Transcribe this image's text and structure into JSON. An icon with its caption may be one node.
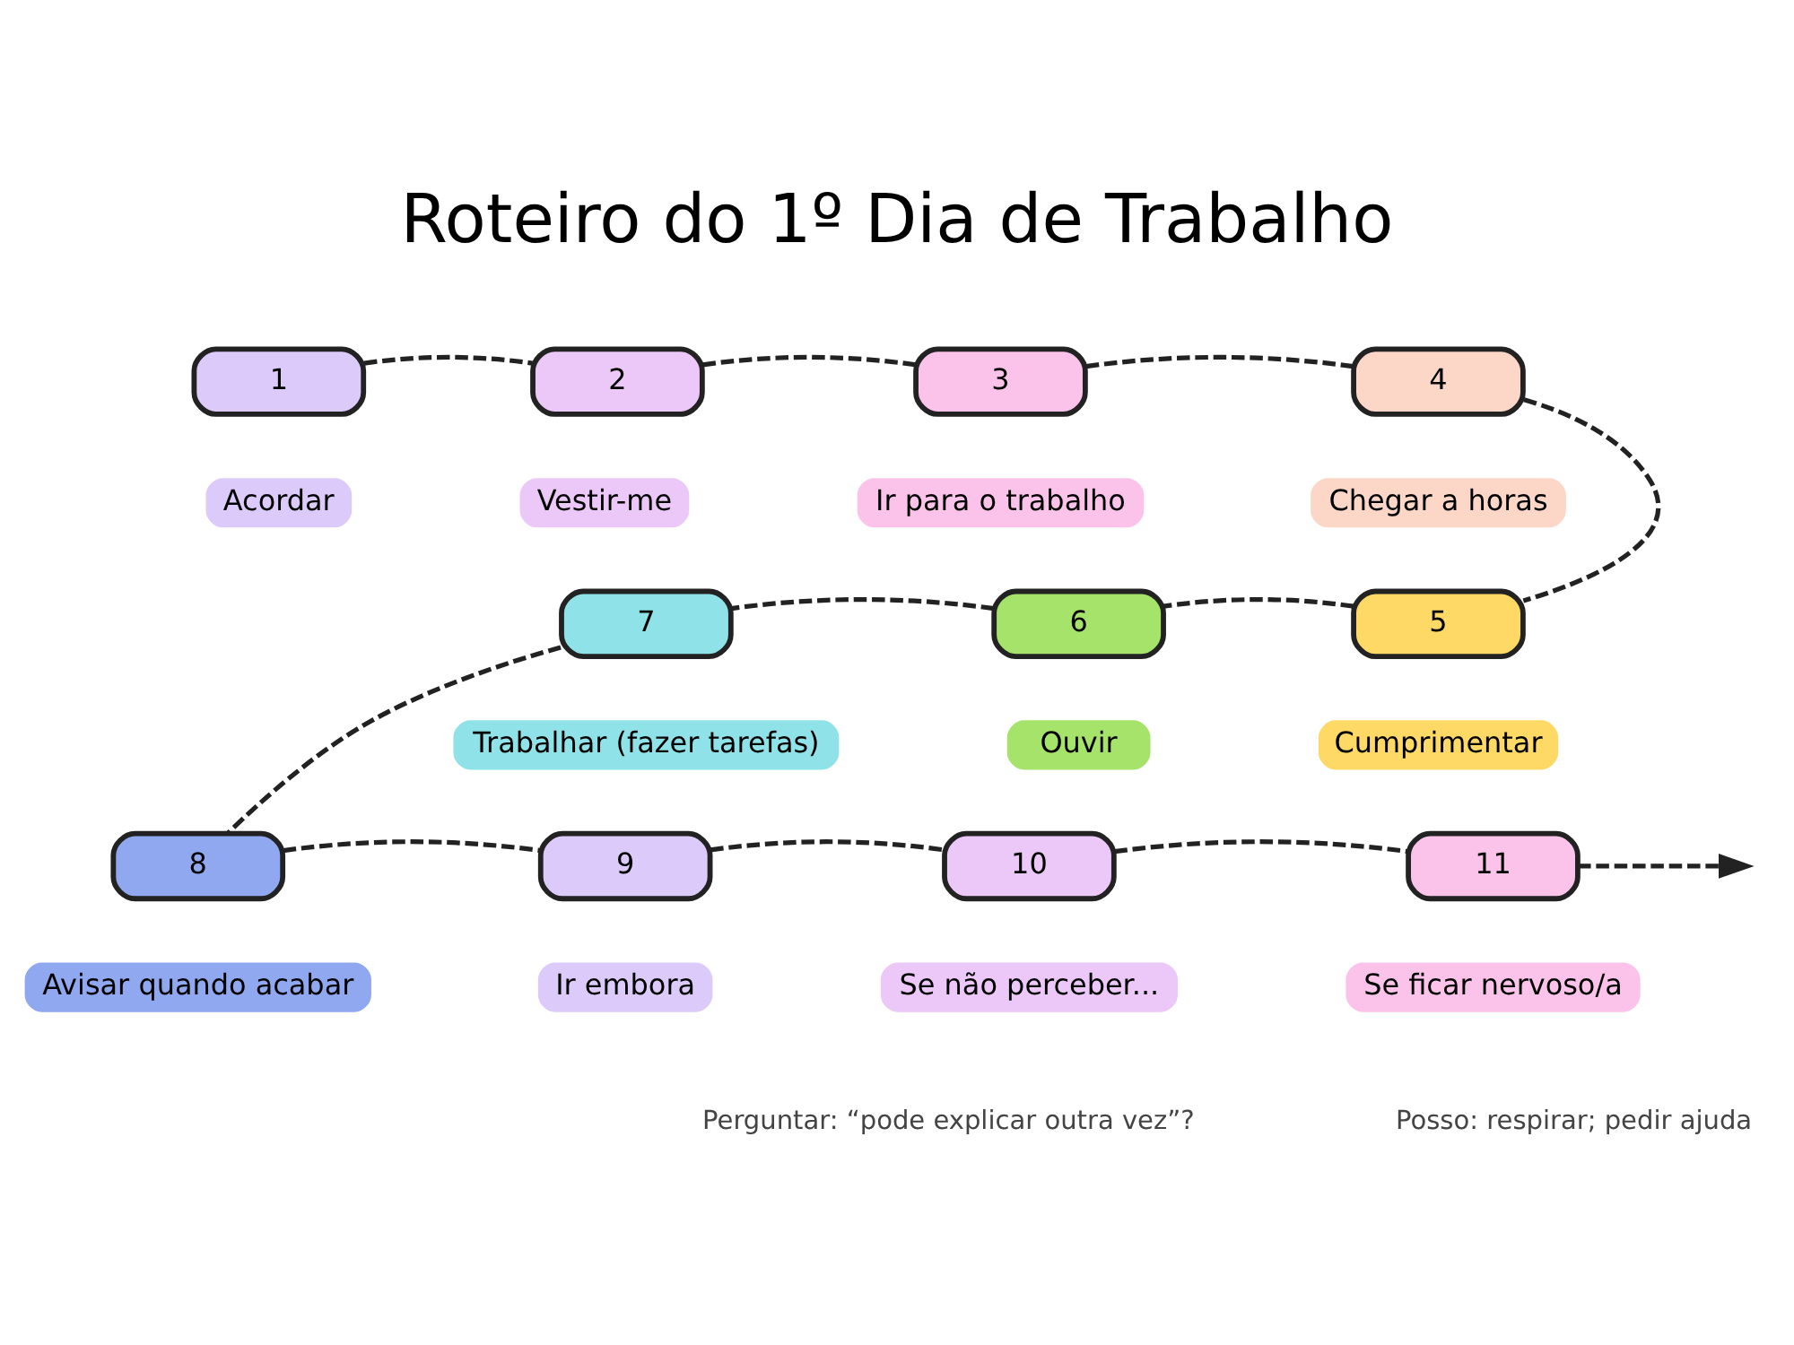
{
  "diagram": {
    "title": "Roteiro do 1º Dia de Trabalho",
    "nodes": [
      {
        "text": [
          "1"
        ]
      },
      {
        "text": [
          "2"
        ]
      },
      {
        "text": [
          "3"
        ]
      },
      {
        "text": [
          "4"
        ]
      },
      {
        "text": [
          "5"
        ]
      },
      {
        "text": [
          "6"
        ]
      },
      {
        "text": [
          "7"
        ]
      },
      {
        "text": [
          "8"
        ]
      },
      {
        "text": [
          "9"
        ]
      },
      {
        "text": [
          "10"
        ]
      },
      {
        "text": [
          "11"
        ]
      },
      {
        "text": [
          "Acordar"
        ]
      },
      {
        "text": [
          "Vestir-me"
        ]
      },
      {
        "text": [
          "Ir para o trabalho"
        ]
      },
      {
        "text": [
          "Chegar a horas"
        ]
      },
      {
        "text": [
          "Cumprimentar"
        ]
      },
      {
        "text": [
          "Ouvir"
        ]
      },
      {
        "text": [
          "Trabalhar (fazer tarefas)"
        ]
      },
      {
        "text": [
          "Avisar quando acabar"
        ]
      },
      {
        "text": [
          "Ir embora"
        ]
      },
      {
        "text": [
          "Se não perceber..."
        ],
        "beside": [
          "Perguntar: “pode explicar outra vez”?"
        ]
      },
      {
        "text": [
          "Se ficar nervoso/a"
        ],
        "beside": [
          "Posso: respirar; pedir ajuda"
        ]
      }
    ],
    "edges": [
      {
        "from": 0,
        "to": 1,
        "arrow": "none",
        "style": "dashed"
      },
      {
        "from": 1,
        "to": 2,
        "arrow": "none",
        "style": "dashed"
      },
      {
        "from": 2,
        "to": 3,
        "arrow": "none",
        "style": "dashed"
      },
      {
        "from": 3,
        "to": 4,
        "arrow": "none",
        "style": "dashed"
      },
      {
        "from": 4,
        "to": 5,
        "arrow": "none",
        "style": "dashed"
      },
      {
        "from": 5,
        "to": 6,
        "arrow": "none",
        "style": "dashed"
      },
      {
        "from": 6,
        "to": 7,
        "arrow": "none",
        "style": "dashed"
      },
      {
        "from": 7,
        "to": 8,
        "arrow": "none",
        "style": "dashed"
      },
      {
        "from": 8,
        "to": 9,
        "arrow": "none",
        "style": "dashed"
      },
      {
        "from": 9,
        "to": 10,
        "arrow": "none",
        "style": "dashed"
      },
      {
        "from": 10,
        "to": null,
        "arrow": "to",
        "style": "dashed"
      }
    ]
  }
}
